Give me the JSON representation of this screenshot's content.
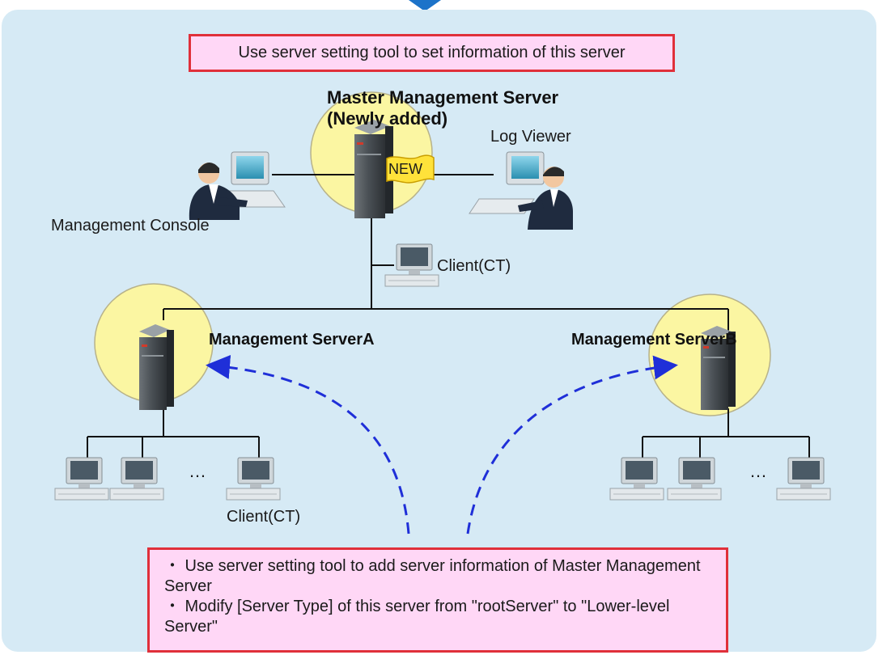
{
  "colors": {
    "panel_bg": "#d6eaf5",
    "highlight_circle": "#fbf6a2",
    "note_border": "#e0303a",
    "note_bg": "#ffd7f6",
    "arrow": "#1f2fd8",
    "line": "#111111",
    "top_arrow": "#1c73c9"
  },
  "top_note": "Use server setting tool to set information of this server",
  "master": {
    "title_line1": "Master Management Server",
    "title_line2": "(Newly added)",
    "badge": "NEW"
  },
  "log_viewer": "Log Viewer",
  "management_console": "Management Console",
  "client_center": "Client(CT)",
  "server_a": "Management ServerA",
  "server_b": "Management ServerB",
  "client_a": "Client(CT)",
  "ellipsis_a": "…",
  "ellipsis_b": "…",
  "bottom_note": {
    "line1": "・ Use server setting tool to add server information of Master Management Server",
    "line2": "・ Modify [Server Type] of this server from \"rootServer\" to \"Lower-level Server\""
  }
}
